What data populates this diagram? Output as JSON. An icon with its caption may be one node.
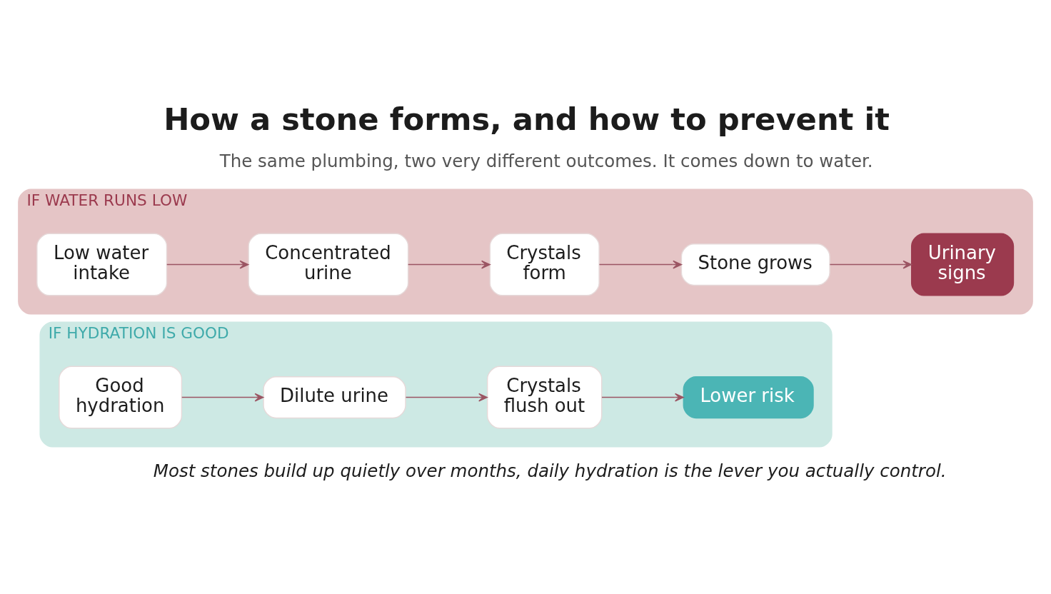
{
  "diagram": {
    "title": "How a stone forms, and how to prevent it",
    "caption": "Most stones build up quietly over months, daily hydration is the lever you actually control.",
    "nodes": [
      {
        "text": [
          "IF WATER RUNS LOW"
        ]
      },
      {
        "text": [
          "Low water intake"
        ],
        "in": 0
      },
      {
        "text": [
          "Concentrated urine"
        ],
        "in": 0
      },
      {
        "text": [
          "Crystals form"
        ],
        "in": 0
      },
      {
        "text": [
          "Stone grows"
        ],
        "in": 0
      },
      {
        "text": [
          "Urinary signs"
        ],
        "in": 0
      },
      {
        "text": [
          "IF HYDRATION IS GOOD"
        ]
      },
      {
        "text": [
          "Good hydration"
        ],
        "in": 6
      },
      {
        "text": [
          "Dilute urine"
        ],
        "in": 6
      },
      {
        "text": [
          "Crystals flush out"
        ],
        "in": 6
      },
      {
        "text": [
          "Lower risk"
        ],
        "in": 6
      }
    ],
    "edges": [
      {
        "from": 1,
        "to": 2,
        "arrow": "to"
      },
      {
        "from": 2,
        "to": 3,
        "arrow": "to"
      },
      {
        "from": 3,
        "to": 4,
        "arrow": "to"
      },
      {
        "from": 4,
        "to": 5,
        "arrow": "to"
      },
      {
        "from": 7,
        "to": 8,
        "arrow": "to"
      },
      {
        "from": 8,
        "to": 9,
        "arrow": "to"
      },
      {
        "from": 9,
        "to": 10,
        "arrow": "to"
      }
    ],
    "labels": [
      "The same plumbing, two very different outcomes. It comes down to water."
    ]
  }
}
